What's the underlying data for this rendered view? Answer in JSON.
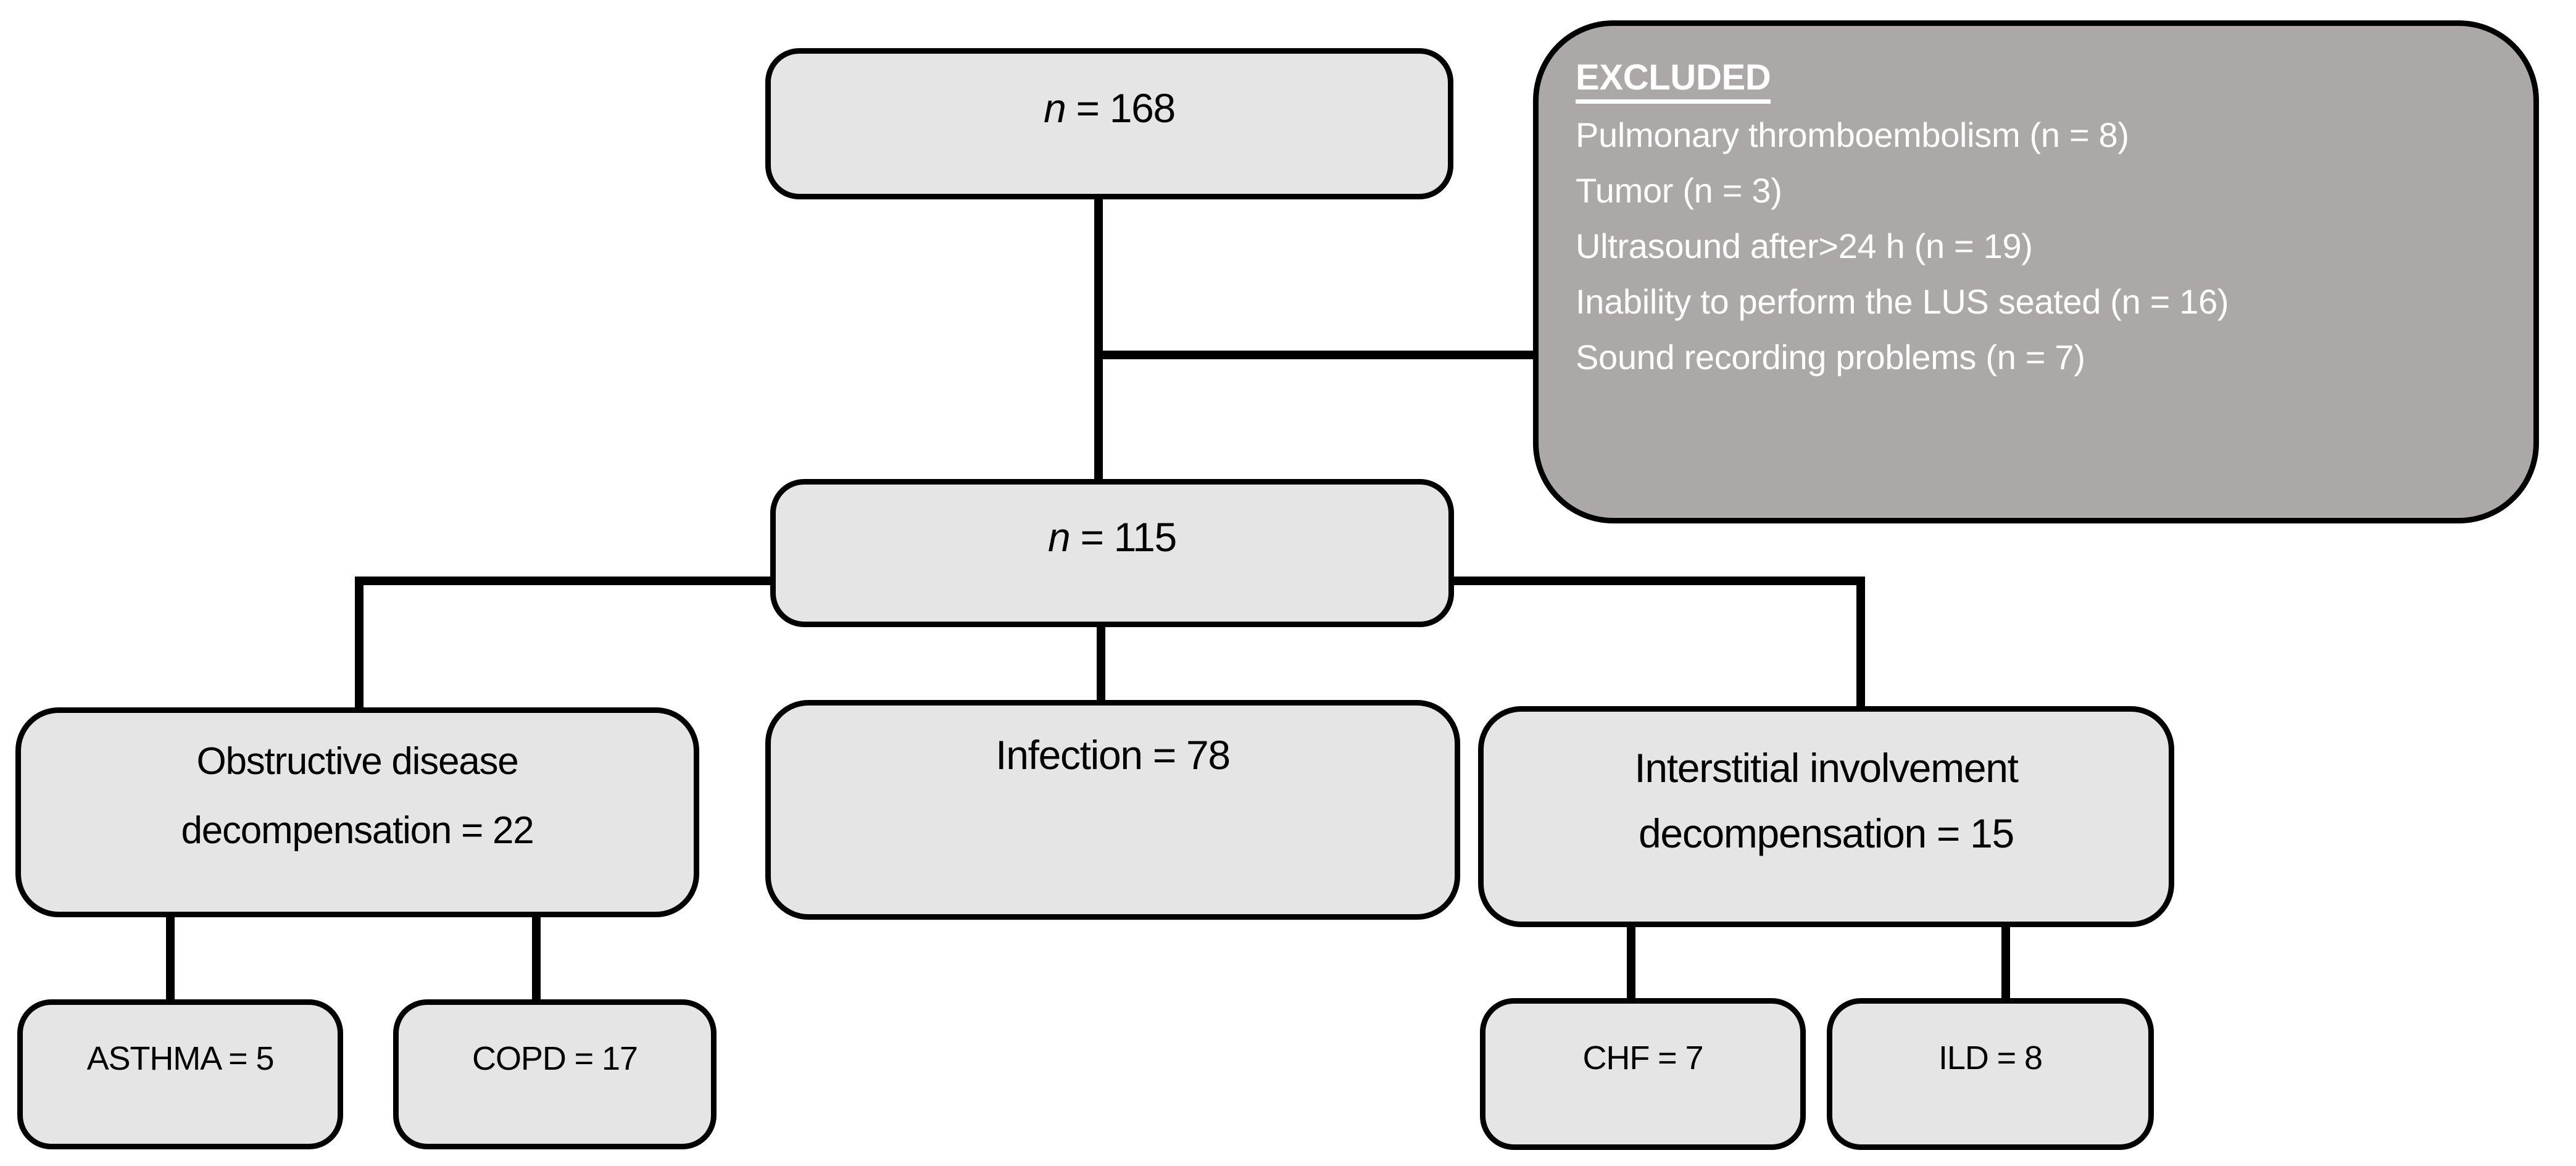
{
  "colors": {
    "background": "#ffffff",
    "line": "#000000",
    "node_fill": "#e6e5e5",
    "node_border": "#000000",
    "excluded_fill": "#aca8a7",
    "excluded_text": "#ffffff",
    "text": "#000000"
  },
  "nodes": {
    "total": {
      "n": "n",
      "rest": " = 168"
    },
    "included": {
      "n": "n",
      "rest": " = 115"
    },
    "obstructive": {
      "line1": "Obstructive disease",
      "line2": "decompensation = 22"
    },
    "infection": {
      "label": "Infection = 78"
    },
    "interstitial": {
      "line1": "Interstitial involvement",
      "line2": "decompensation = 15"
    },
    "asthma": {
      "label": "ASTHMA = 5"
    },
    "copd": {
      "label": "COPD = 17"
    },
    "chf": {
      "label": "CHF = 7"
    },
    "ild": {
      "label": "ILD = 8"
    }
  },
  "excluded": {
    "title": "EXCLUDED",
    "items": [
      "Pulmonary thromboembolism (n = 8)",
      "Tumor (n = 3)",
      "Ultrasound after>24 h (n = 19)",
      "Inability to perform the LUS seated (n = 16)",
      "Sound recording problems (n = 7)"
    ]
  }
}
